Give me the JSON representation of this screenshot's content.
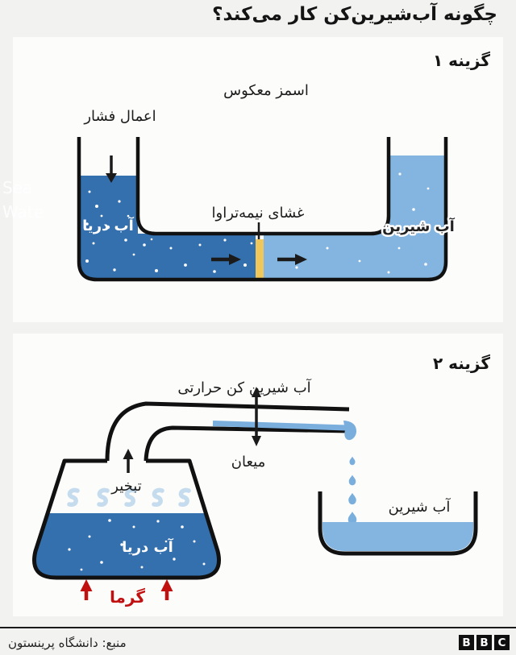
{
  "header": {
    "title": "چگونه آب‌شیرین‌کن کار می‌کند؟"
  },
  "watermark": {
    "line1": "Sea",
    "line2": "Wate"
  },
  "panel1": {
    "option_label": "گزینه ۱",
    "method_label": "اسمز معکوس",
    "pressure_label": "اعمال فشار",
    "sea_water_label": "آب دریا",
    "membrane_label": "غشای نیمه‌تراوا",
    "fresh_water_label": "آب شیرین"
  },
  "panel2": {
    "option_label": "گزینه ۲",
    "method_label": "آب شیرین کن حرارتی",
    "evaporation_label": "تبخیر",
    "condensation_label": "میعان",
    "sea_water_label": "آب دریا",
    "fresh_water_label": "آب شیرین",
    "heat_label": "گرما"
  },
  "footer": {
    "source": "منبع: دانشگاه پرینستون",
    "logo_letters": [
      "B",
      "B",
      "C"
    ]
  },
  "colors": {
    "sea_water": "#3470ad",
    "fresh_water": "#83b5e0",
    "membrane": "#f0c75a",
    "tube_water": "#79aedd",
    "steam": "#c5dcee",
    "heat_red": "#c01010",
    "outline": "#111111"
  }
}
